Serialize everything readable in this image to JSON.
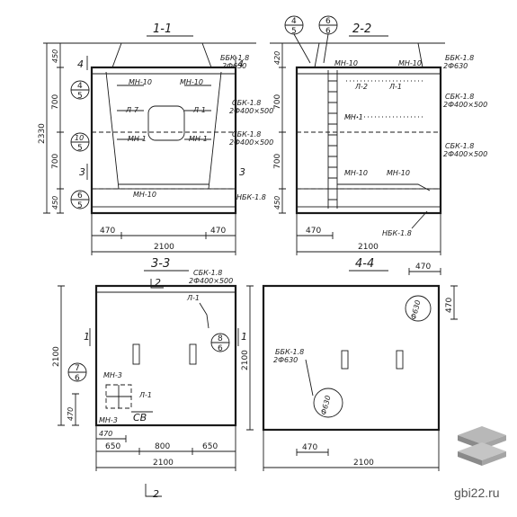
{
  "sections": {
    "s11": "1-1",
    "s22": "2-2",
    "s33": "3-3",
    "s44": "4-4"
  },
  "s11": {
    "bbk": "ББК-1.8",
    "bbk_sub": "2Ф630",
    "sbk_a": "СБК-1.8",
    "sbk_a_sub": "2Ф400×500",
    "sbk_b": "СБК-1.8",
    "sbk_b_sub": "2Ф400×500",
    "nbk": "НБК-1.8",
    "mn10_tl": "МН-10",
    "mn10_tr": "МН-10",
    "mn10_bot": "МН-10",
    "mn1_l": "МН-1",
    "mn1_r": "МН-1",
    "l7": "Л-7",
    "l1": "Л-1",
    "c4l_top": "4",
    "c4l_bot": "5",
    "c5l_top": "10",
    "c5l_bot": "5",
    "c6l_top": "6",
    "c6l_bot": "5",
    "n4l": "4",
    "n4r": "4",
    "n3l": "3",
    "n3r": "3",
    "dim_total": "2330",
    "dim_450a": "450",
    "dim_700a": "700",
    "dim_700b": "700",
    "dim_450b": "450",
    "dim_470l": "470",
    "dim_470r": "470",
    "dim_2100": "2100"
  },
  "s22": {
    "c_top1": "4",
    "c_bot1": "5",
    "c_top2": "6",
    "c_bot2": "6",
    "mn10_a": "МН-10",
    "mn10_b": "МН-10",
    "mn10_c": "МН-10",
    "mn10_d": "МН-10",
    "mn1": "МН-1",
    "l2": "Л-2",
    "l1": "Л-1",
    "bbk": "ББК-1.8",
    "bbk_sub": "2Ф630",
    "sbk_a": "СБК-1.8",
    "sbk_a_sub": "2Ф400×500",
    "sbk_b": "СБК-1.8",
    "sbk_b_sub": "2Ф400×500",
    "nbk": "НБК-1.8",
    "dim_420": "420",
    "dim_700a": "700",
    "dim_700b": "700",
    "dim_450": "450",
    "dim_470": "470",
    "dim_2100": "2100"
  },
  "s33": {
    "sbk": "СБК-1.8",
    "sbk_sub": "2Ф400×500",
    "m2": "2",
    "l1_top": "Л-1",
    "l1_bot": "Л-1",
    "c8_top": "8",
    "c8_bot": "6",
    "c7_top": "7",
    "c7_bot": "6",
    "mn3_a": "МН-3",
    "mn3_b": "МН-3",
    "sv": "СВ",
    "m1l": "1",
    "m1r": "1",
    "m2b": "2",
    "dim_2100v": "2100",
    "dim_470v": "470",
    "dim_470h": "470",
    "dim_650a": "650",
    "dim_800": "800",
    "dim_650b": "650",
    "dim_2100h": "2100"
  },
  "s44": {
    "dim_470top": "470",
    "dim_470r": "470",
    "phi_top": "Ф630",
    "phi_bot": "Ф630",
    "bbk": "ББК-1.8",
    "bbk_sub": "2Ф630",
    "dim_2100v": "2100",
    "dim_470b": "470",
    "dim_2100h": "2100"
  },
  "site": {
    "url": "gbi22.ru"
  },
  "colors": {
    "ink": "#1a1a1a",
    "paper": "#ffffff",
    "logo_gray": "#9a9a9a"
  }
}
